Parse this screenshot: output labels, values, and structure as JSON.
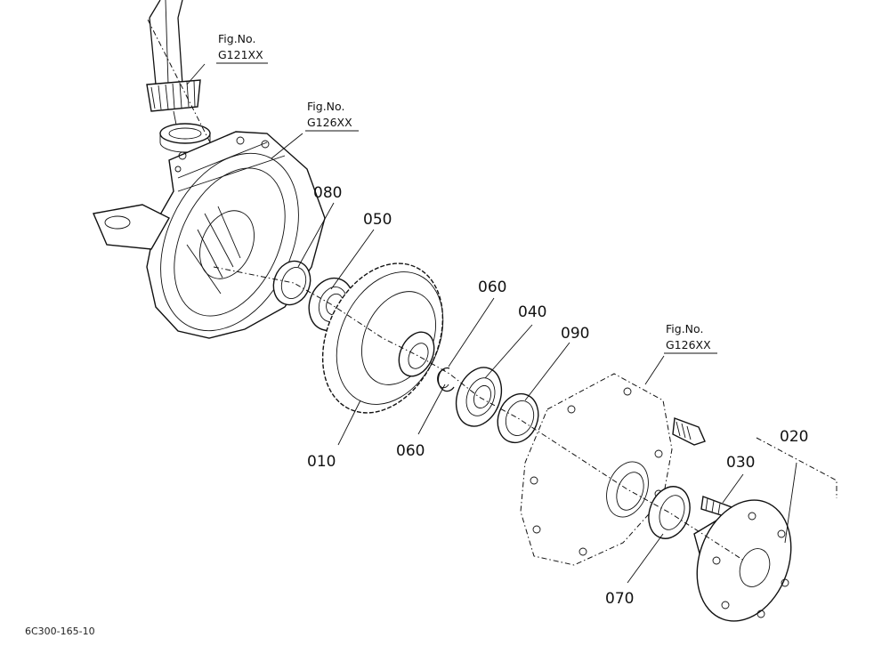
{
  "drawing_code": "6C300-165-10",
  "figure_refs": [
    {
      "label": "Fig.No.",
      "code": "G121XX"
    },
    {
      "label": "Fig.No.",
      "code": "G126XX"
    },
    {
      "label": "Fig.No.",
      "code": "G126XX"
    }
  ],
  "callouts": {
    "p010": "010",
    "p020": "020",
    "p030": "030",
    "p040": "040",
    "p050": "050",
    "p060a": "060",
    "p060b": "060",
    "p070": "070",
    "p080": "080",
    "p090": "090"
  }
}
